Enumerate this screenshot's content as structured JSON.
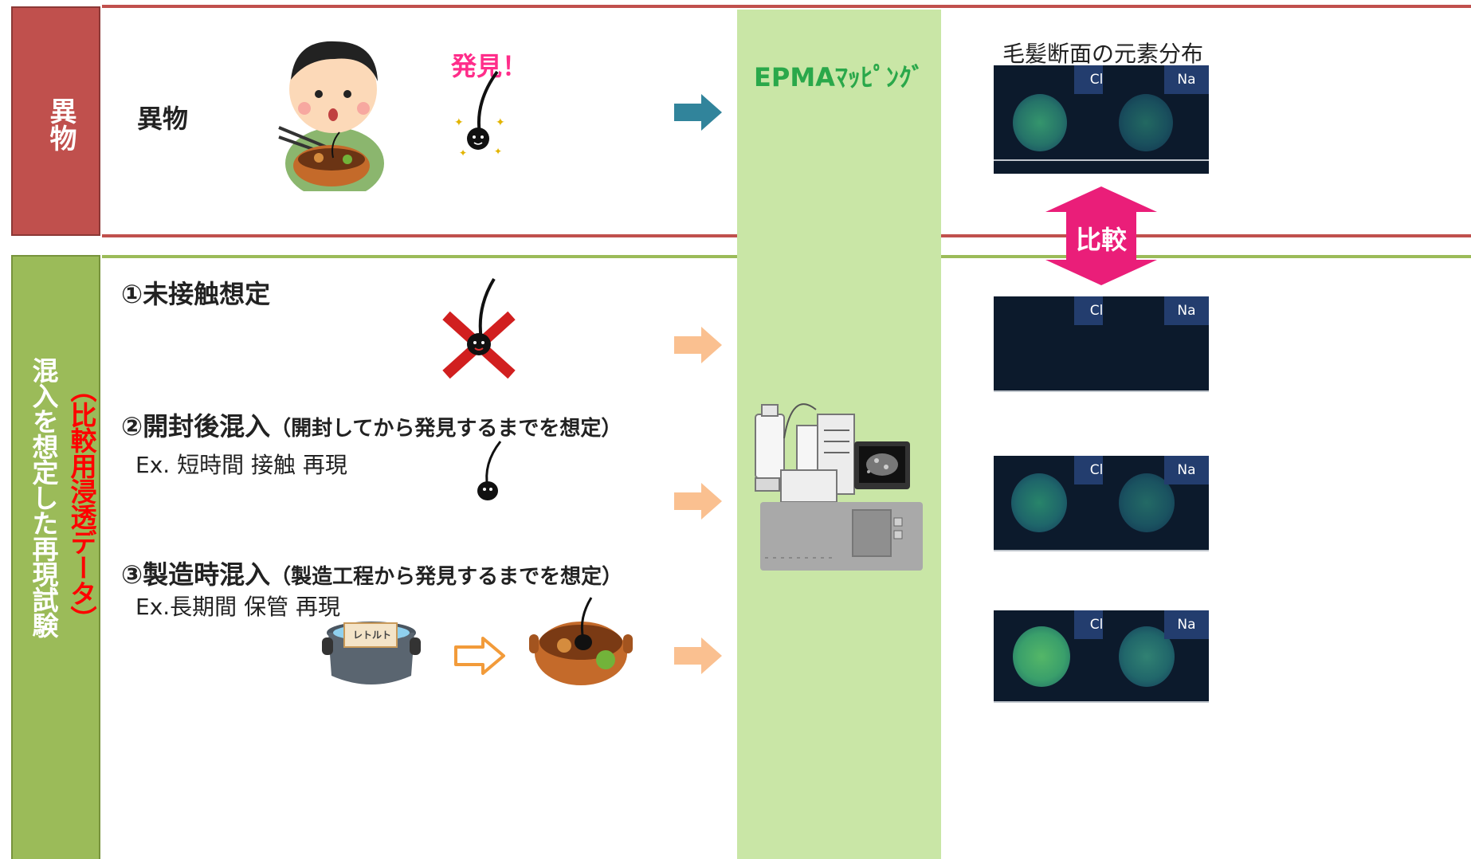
{
  "top_section": {
    "side_label": "異物",
    "item_label": "異物",
    "found_label": "発見！"
  },
  "bottom_section": {
    "side_label_main": "混入を想定した再現試験",
    "side_label_note": "（比較用浸透データ）",
    "cases": [
      {
        "title": "①未接触想定"
      },
      {
        "title": "②開封後混入",
        "title_note": "（開封してから発見するまでを想定）",
        "example": "Ex. 短時間 接触 再現"
      },
      {
        "title": "③製造時混入",
        "title_note": "（製造工程から発見するまでを想定）",
        "example": "Ex.長期間 保管 再現"
      }
    ]
  },
  "epma": {
    "label": "EPMAﾏｯﾋﾟﾝｸﾞ"
  },
  "mapping": {
    "header": "毛髪断面の元素分布",
    "compare_label": "比較",
    "element_left": "Cl",
    "element_right": "Na",
    "retort_label": "レトルト",
    "panels": [
      {
        "cl_signal": 0.55,
        "na_signal": 0.35
      },
      {
        "cl_signal": 0.0,
        "na_signal": 0.0
      },
      {
        "cl_signal": 0.45,
        "na_signal": 0.4
      },
      {
        "cl_signal": 0.85,
        "na_signal": 0.55
      }
    ]
  },
  "colors": {
    "foreign_red": "#c0504d",
    "reproduction_green": "#9bbb59",
    "epma_band": "#c9e6a6",
    "epma_text": "#2aa84a",
    "arrow_teal": "#31849b",
    "arrow_peach": "#fac090",
    "compare_pink": "#ea1e79",
    "found_pink": "#ff2d8a",
    "note_red": "#ff0000"
  }
}
